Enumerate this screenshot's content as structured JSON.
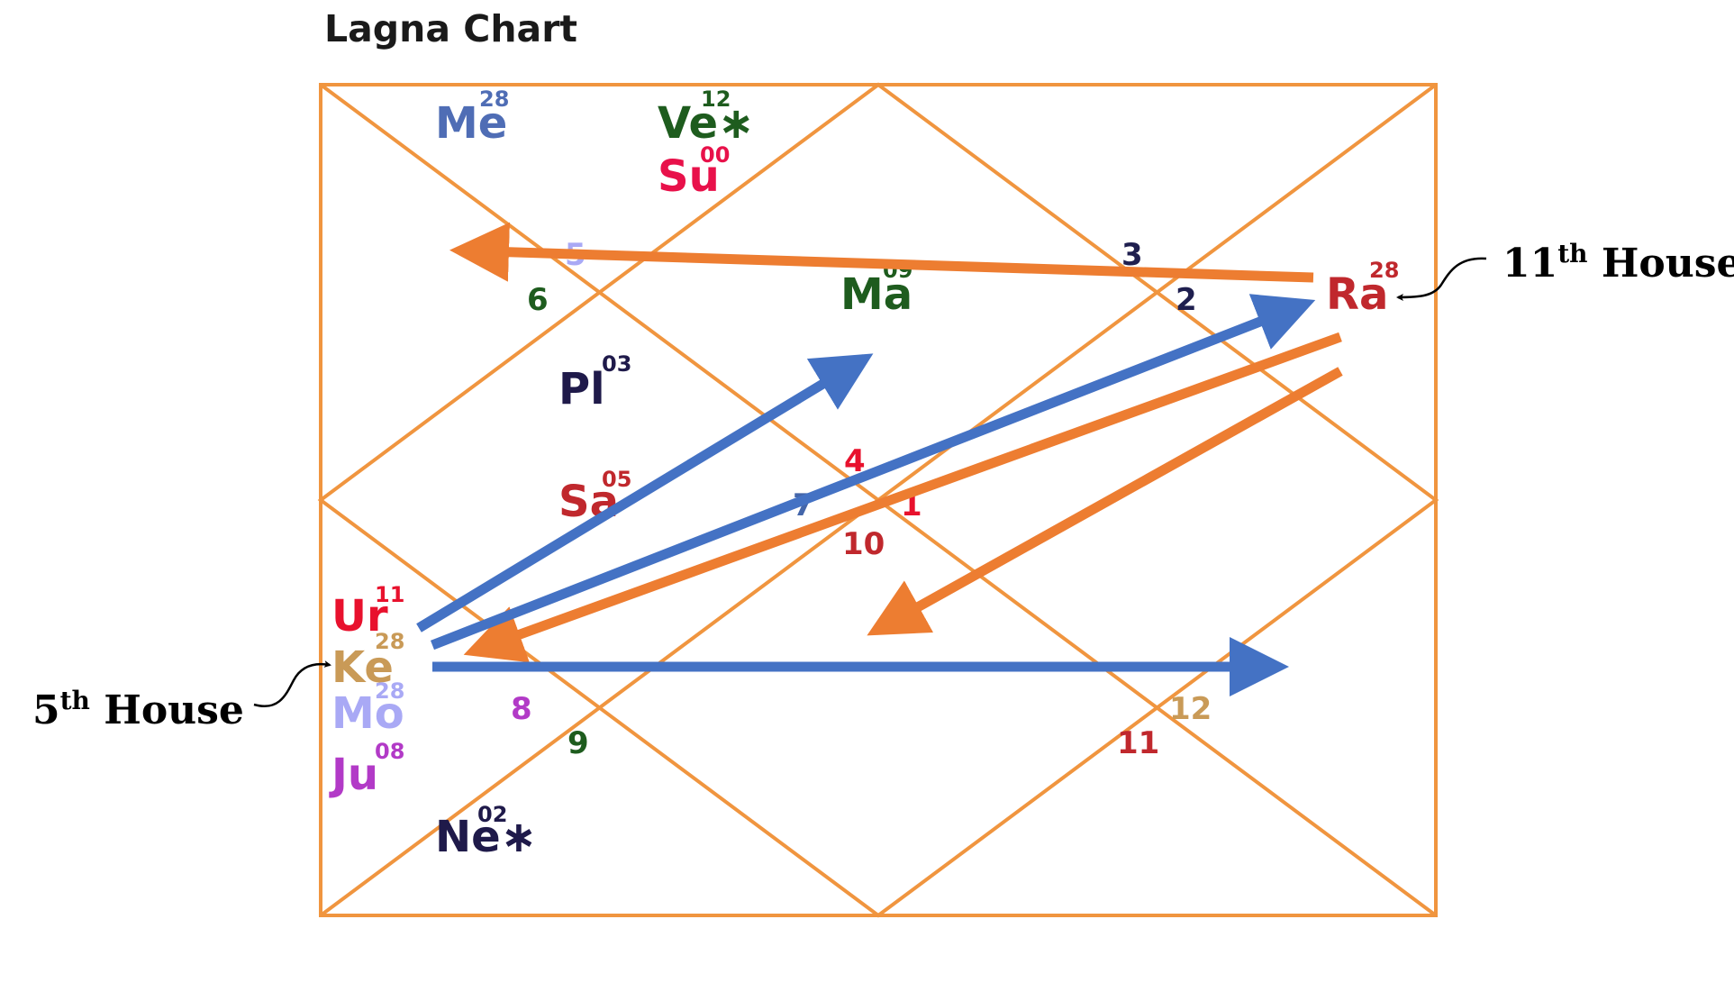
{
  "title": "Lagna Chart",
  "colors": {
    "frame": "#F0953F",
    "arrow_orange": "#ED7D31",
    "arrow_blue": "#4472C4",
    "callout_text": "#000000"
  },
  "houses": [
    {
      "key": "h1",
      "label": "1",
      "color": "#E8112D"
    },
    {
      "key": "h2",
      "label": "2",
      "color": "#1F1F4F"
    },
    {
      "key": "h3",
      "label": "3",
      "color": "#1F1F4F"
    },
    {
      "key": "h4",
      "label": "4",
      "color": "#E8112D"
    },
    {
      "key": "h5",
      "label": "5",
      "color": "#A9A9F5"
    },
    {
      "key": "h6",
      "label": "6",
      "color": "#1E5C1E"
    },
    {
      "key": "h7",
      "label": "7",
      "color": "#4466AA"
    },
    {
      "key": "h8",
      "label": "8",
      "color": "#B23AC7"
    },
    {
      "key": "h9",
      "label": "9",
      "color": "#1E5C1E"
    },
    {
      "key": "h10",
      "label": "10",
      "color": "#C0282D"
    },
    {
      "key": "h11",
      "label": "11",
      "color": "#C0282D"
    },
    {
      "key": "h12",
      "label": "12",
      "color": "#C99A57"
    }
  ],
  "planets": [
    {
      "key": "me",
      "name": "Me",
      "deg": "28",
      "color": "#4F6DB5",
      "deg_color": "#4F6DB5"
    },
    {
      "key": "ve",
      "name": "Ve∗",
      "deg": "12",
      "color": "#1E5C1E",
      "deg_color": "#1E5C1E"
    },
    {
      "key": "su",
      "name": "Su",
      "deg": "00",
      "color": "#E8114A",
      "deg_color": "#E8114A"
    },
    {
      "key": "ma",
      "name": "Ma",
      "deg": "09",
      "color": "#1E5C1E",
      "deg_color": "#1E5C1E"
    },
    {
      "key": "pl",
      "name": "Pl",
      "deg": "03",
      "color": "#1F1A4A",
      "deg_color": "#1F1A4A"
    },
    {
      "key": "sa",
      "name": "Sa",
      "deg": "05",
      "color": "#C0282D",
      "deg_color": "#C0282D"
    },
    {
      "key": "ra",
      "name": "Ra",
      "deg": "28",
      "color": "#C0282D",
      "deg_color": "#C0282D"
    },
    {
      "key": "ur",
      "name": "Ur",
      "deg": "11",
      "color": "#E8112D",
      "deg_color": "#E8112D"
    },
    {
      "key": "ke",
      "name": "Ke",
      "deg": "28",
      "color": "#C99A57",
      "deg_color": "#C99A57"
    },
    {
      "key": "mo",
      "name": "Mo",
      "deg": "28",
      "color": "#A9A9F5",
      "deg_color": "#A9A9F5"
    },
    {
      "key": "ju",
      "name": "Ju",
      "deg": "08",
      "color": "#B23AC7",
      "deg_color": "#B23AC7"
    },
    {
      "key": "ne",
      "name": "Ne∗",
      "deg": "02",
      "color": "#1F1A4A",
      "deg_color": "#1F1A4A"
    }
  ],
  "callouts": {
    "fifth": {
      "num": "5",
      "sup": "th",
      "text": " House"
    },
    "eleventh": {
      "num": "11",
      "sup": "th",
      "text": " House"
    }
  }
}
